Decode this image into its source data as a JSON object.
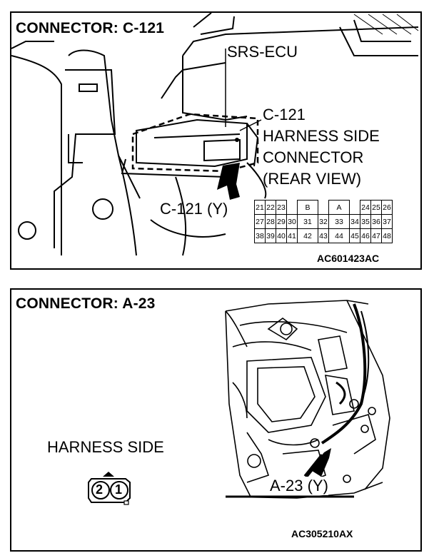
{
  "top": {
    "title": "CONNECTOR: C-121",
    "ecu_label": "SRS-ECU",
    "connector_label_1": "C-121",
    "connector_label_2": "HARNESS SIDE",
    "connector_label_3": "CONNECTOR",
    "connector_label_4": "(REAR VIEW)",
    "pointer_label": "C-121 (Y)",
    "code": "AC601423AC",
    "pins": {
      "row1": [
        "21",
        "22",
        "23",
        "",
        "B",
        "",
        "A",
        "",
        "24",
        "25",
        "26"
      ],
      "row2": [
        "27",
        "28",
        "29",
        "30",
        "31",
        "32",
        "33",
        "34",
        "35",
        "36",
        "37"
      ],
      "row3": [
        "38",
        "39",
        "40",
        "41",
        "42",
        "43",
        "44",
        "45",
        "46",
        "47",
        "48"
      ]
    }
  },
  "bottom": {
    "title": "CONNECTOR: A-23",
    "harness_label": "HARNESS SIDE",
    "pin_left": "2",
    "pin_right": "1",
    "pointer_label": "A-23 (Y)",
    "code": "AC305210AX"
  }
}
